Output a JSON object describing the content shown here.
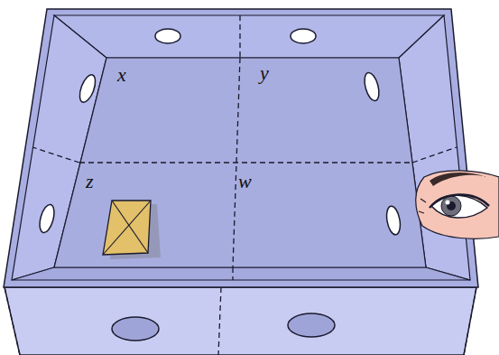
{
  "diagram": {
    "labels": [
      "x",
      "y",
      "z",
      "w"
    ]
  }
}
